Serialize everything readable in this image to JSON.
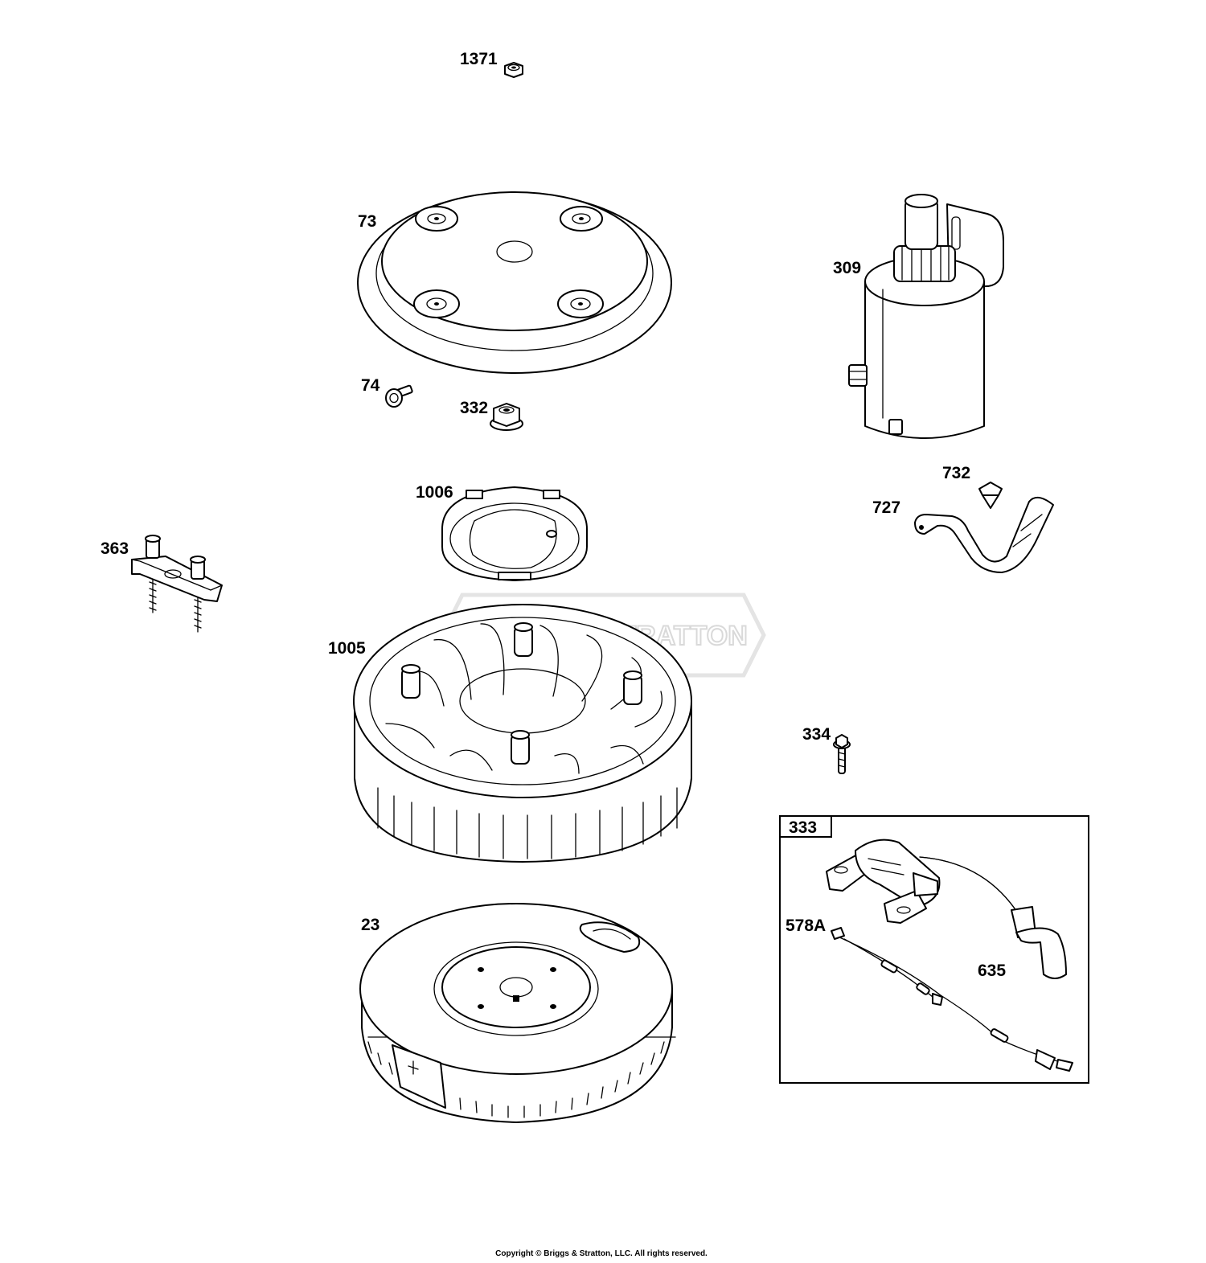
{
  "watermark": "BRIGGS & STRATTON",
  "copyright": "Copyright © Briggs & Stratton, LLC. All rights reserved.",
  "parts": [
    {
      "id": "1371",
      "name": "Nut"
    },
    {
      "id": "73"
    },
    {
      "id": "309"
    },
    {
      "id": "74"
    },
    {
      "id": "332"
    },
    {
      "id": "1006"
    },
    {
      "id": "732"
    },
    {
      "id": "727"
    },
    {
      "id": "363"
    },
    {
      "id": "1005"
    },
    {
      "id": "334"
    },
    {
      "id": "333"
    },
    {
      "id": "578A"
    },
    {
      "id": "635"
    },
    {
      "id": "23"
    }
  ]
}
